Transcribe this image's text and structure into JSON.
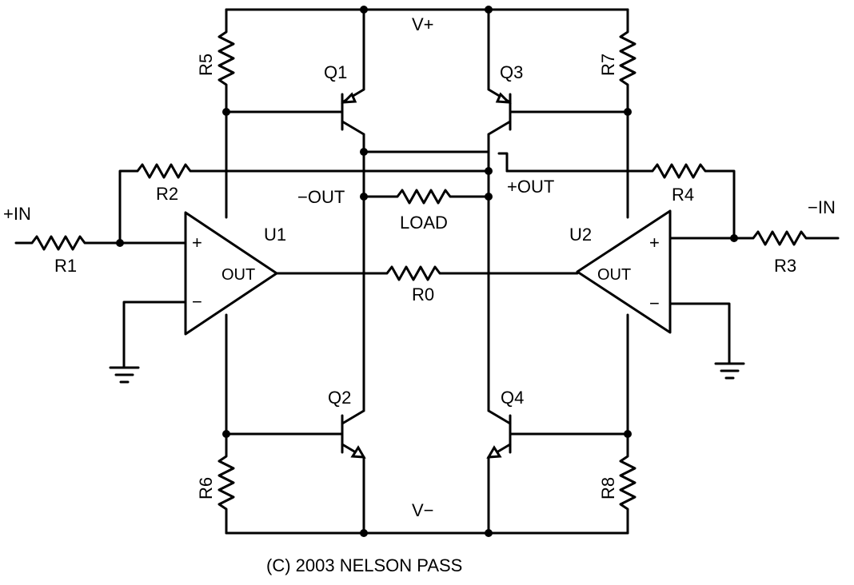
{
  "labels": {
    "vplus": "V+",
    "vminus": "V−",
    "in_plus": "+IN",
    "in_minus": "−IN",
    "out_minus": "−OUT",
    "out_plus": "+OUT",
    "load": "LOAD",
    "u1": "U1",
    "u2": "U2",
    "opamp_out": "OUT",
    "plus_sign": "+",
    "minus_sign": "−",
    "copyright": "(C) 2003  NELSON PASS"
  },
  "resistors": {
    "r0": "R0",
    "r1": "R1",
    "r2": "R2",
    "r3": "R3",
    "r4": "R4",
    "r5": "R5",
    "r6": "R6",
    "r7": "R7",
    "r8": "R8"
  },
  "transistors": {
    "q1": "Q1",
    "q2": "Q2",
    "q3": "Q3",
    "q4": "Q4"
  }
}
